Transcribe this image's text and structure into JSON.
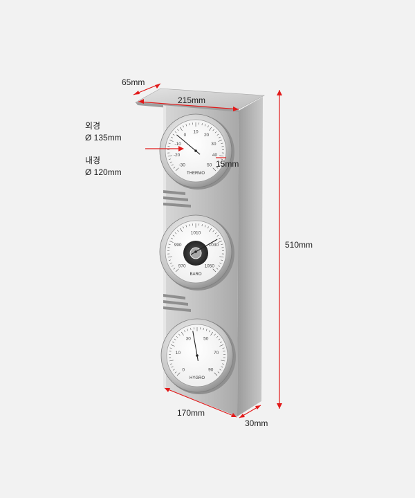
{
  "dimensions": {
    "depth": "65mm",
    "top_width": "215mm",
    "outer_label": "외경",
    "outer_diameter": "Ø 135mm",
    "inner_label": "내경",
    "inner_diameter": "Ø 120mm",
    "bezel_depth": "15mm",
    "height": "510mm",
    "bottom_width": "170mm",
    "side_depth": "30mm"
  },
  "gauges": {
    "thermo": {
      "name": "THERMO",
      "ticks": [
        "-30",
        "-20",
        "-10",
        "0",
        "10",
        "20",
        "30",
        "40",
        "50"
      ]
    },
    "baro": {
      "name": "BARO",
      "ticks": [
        "970",
        "990",
        "1010",
        "1030",
        "1050"
      ]
    },
    "hygro": {
      "name": "HYGRO",
      "ticks": [
        "0",
        "10",
        "30",
        "50",
        "70",
        "90"
      ]
    }
  },
  "colors": {
    "dimension_lines": "#e21b1b",
    "background": "#f2f2f2",
    "panel": "#b9b9b9",
    "dial_face": "#fbfbfb"
  }
}
